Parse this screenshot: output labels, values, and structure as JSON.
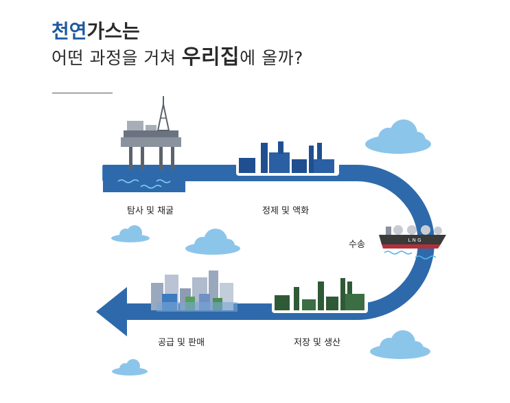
{
  "title": {
    "highlight": "천연",
    "line1_rest": "가스는",
    "line2_pre": "어떤 과정을 거쳐 ",
    "line2_big": "우리집",
    "line2_post": "에 올까?"
  },
  "stages": [
    {
      "id": "exploration",
      "label": "탐사 및 채굴"
    },
    {
      "id": "refining",
      "label": "정제 및 액화"
    },
    {
      "id": "transport",
      "label": "수송"
    },
    {
      "id": "storage",
      "label": "저장 및 생산"
    },
    {
      "id": "supply",
      "label": "공급 및 판매"
    }
  ],
  "ship_label": "L N G",
  "colors": {
    "title_accent": "#1f5a9c",
    "pipe_blue": "#2e6aab",
    "pipe_light": "#4a86c2",
    "refinery": "#1f4f8f",
    "storage": "#2f5a36",
    "city_gray": "#9aa8bd",
    "cloud": "#8cc5ea",
    "ship_hull_dark": "#3a3a3a",
    "ship_hull_red": "#b3303a",
    "water": "#55b6e6"
  }
}
